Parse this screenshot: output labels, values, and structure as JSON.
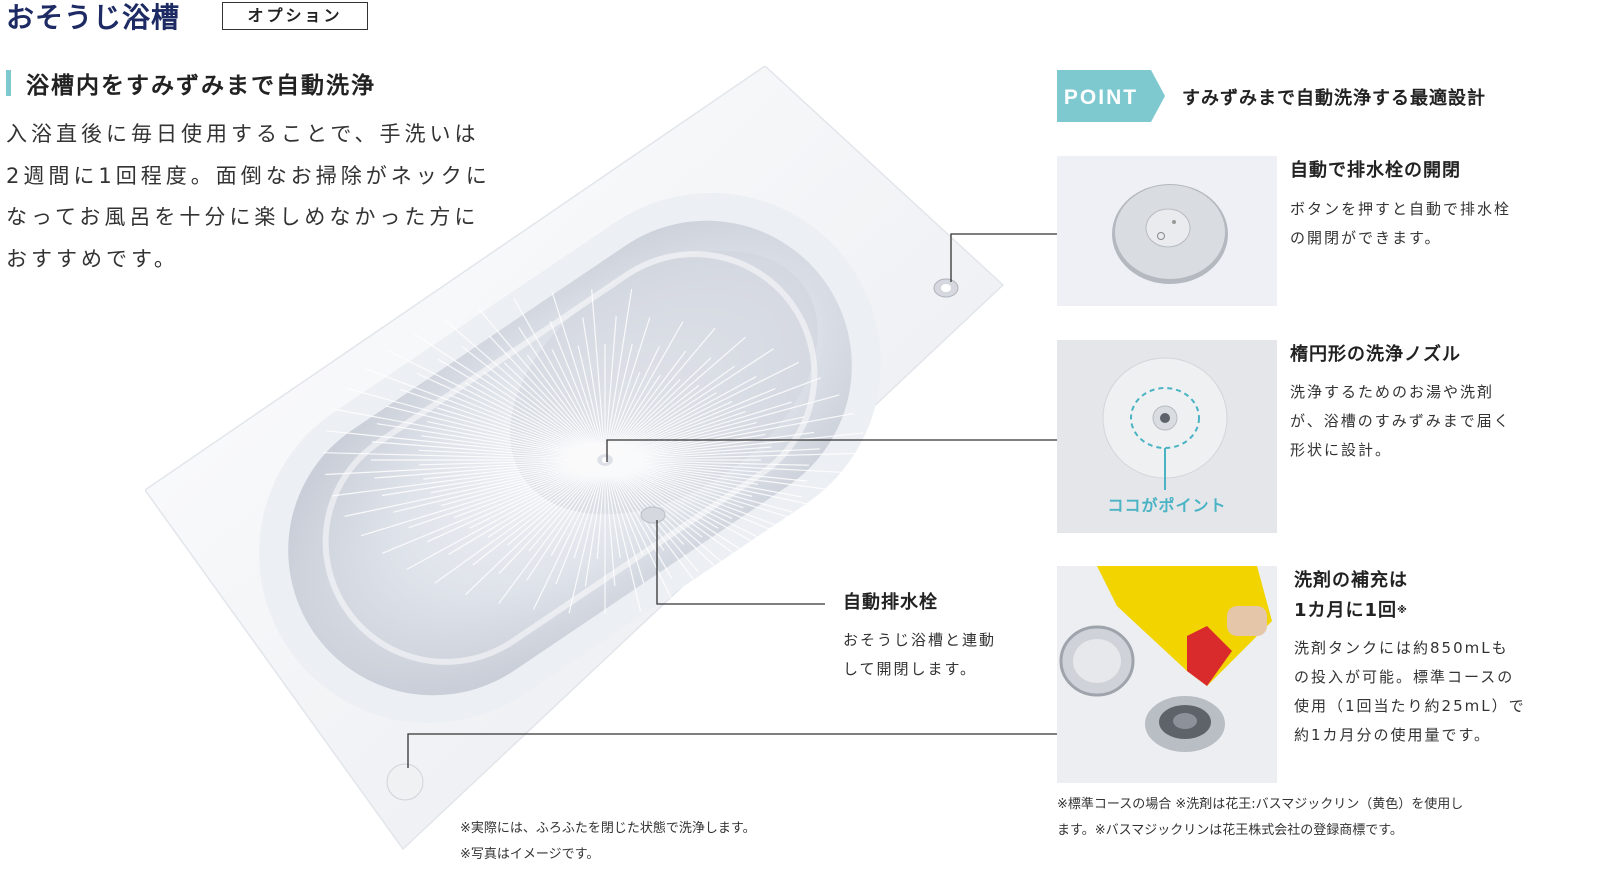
{
  "header": {
    "title": "おそうじ浴槽",
    "badge": "オプション"
  },
  "subheading": "浴槽内をすみずみまで自動洗浄",
  "intro_lines": [
    "入浴直後に毎日使用することで、手洗いは",
    "2週間に1回程度。面倒なお掃除がネックに",
    "なってお風呂を十分に楽しめなかった方に",
    "おすすめです。"
  ],
  "point": {
    "tag": "POINT",
    "heading": "すみずみまで自動洗浄する最適設計"
  },
  "features": [
    {
      "title": "自動で排水栓の開閉",
      "desc_lines": [
        "ボタンを押すと自動で排水栓",
        "の開閉ができます。"
      ]
    },
    {
      "title": "楕円形の洗浄ノズル",
      "photo_label": "ココがポイント",
      "desc_lines": [
        "洗浄するためのお湯や洗剤",
        "が、浴槽のすみずみまで届く",
        "形状に設計。"
      ]
    },
    {
      "title_line1": "洗剤の補充は",
      "title_line2": "1カ月に1回",
      "title_mark": "※",
      "desc_lines": [
        "洗剤タンクには約850mLも",
        "の投入が可能。標準コースの",
        "使用（1回当たり約25mL）で",
        "約1カ月分の使用量です。"
      ]
    }
  ],
  "drain_callout": {
    "title": "自動排水栓",
    "desc_lines": [
      "おそうじ浴槽と連動",
      "して開閉します。"
    ]
  },
  "notes_left": [
    "※実際には、ふろふたを閉じた状態で洗浄します。",
    "※写真はイメージです。"
  ],
  "notes_right": [
    "※標準コースの場合 ※洗剤は花王:バスマジックリン（黄色）を使用し",
    "ます。※バスマジックリンは花王株式会社の登録商標です。"
  ],
  "colors": {
    "title_navy": "#1d2a63",
    "accent_teal": "#7ec8cf",
    "point_bg": "#7ec8cf",
    "detergent_yellow": "#f2d400"
  }
}
